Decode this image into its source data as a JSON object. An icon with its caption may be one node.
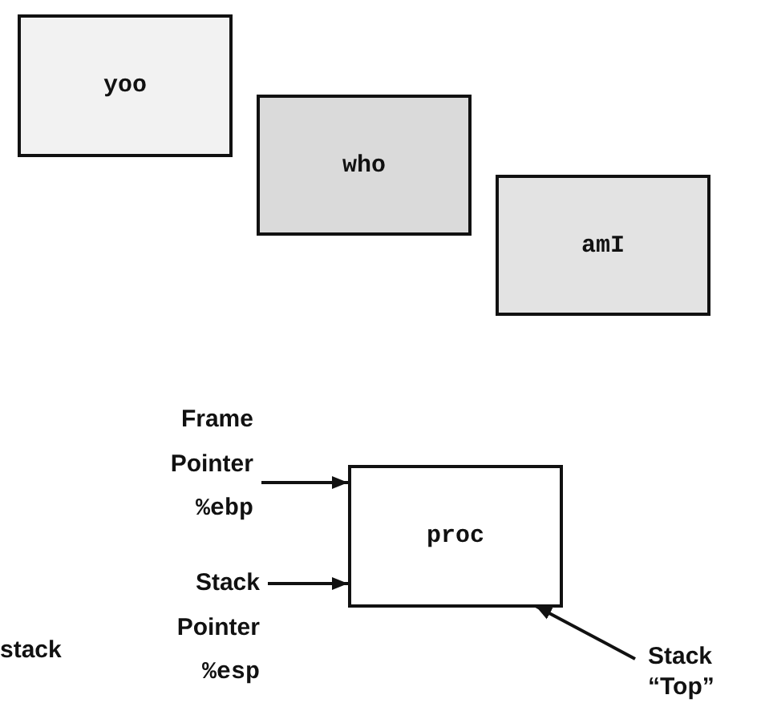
{
  "diagram": {
    "nodes": [
      {
        "text": [
          "yoo"
        ]
      },
      {
        "text": [
          "who"
        ]
      },
      {
        "text": [
          "amI"
        ]
      },
      {
        "text": [
          "proc"
        ]
      },
      {
        "text": [
          "Frame Pointer",
          "%ebp"
        ]
      },
      {
        "text": [
          "Stack Pointer",
          "%esp"
        ]
      },
      {
        "text": [
          "Stack “Top”"
        ]
      }
    ],
    "edges": [
      {
        "from": 4,
        "to": 3,
        "arrow": "to"
      },
      {
        "from": 5,
        "to": 3,
        "arrow": "to"
      },
      {
        "from": 6,
        "to": 3,
        "arrow": "to"
      }
    ],
    "labels": [
      "stack"
    ]
  }
}
